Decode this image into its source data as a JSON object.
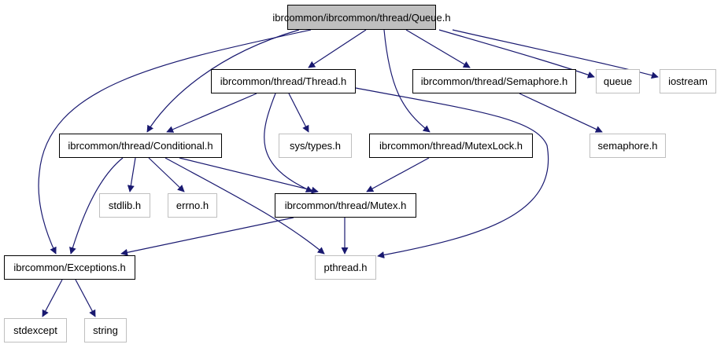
{
  "colors": {
    "edge": "#191970",
    "root_fill": "#bfbfbf",
    "external_border": "#bfbfbf",
    "documented_border": "#000000"
  },
  "nodes": {
    "queue_h": {
      "label": "ibrcommon/ibrcommon/thread/Queue.h",
      "kind": "root"
    },
    "thread_h": {
      "label": "ibrcommon/thread/Thread.h",
      "kind": "doc"
    },
    "semaphore_h": {
      "label": "ibrcommon/thread/Semaphore.h",
      "kind": "doc"
    },
    "queue": {
      "label": "queue",
      "kind": "ext"
    },
    "iostream": {
      "label": "iostream",
      "kind": "ext"
    },
    "conditional_h": {
      "label": "ibrcommon/thread/Conditional.h",
      "kind": "doc"
    },
    "systypes_h": {
      "label": "sys/types.h",
      "kind": "ext"
    },
    "mutexlock_h": {
      "label": "ibrcommon/thread/MutexLock.h",
      "kind": "doc"
    },
    "sys_semaphore_h": {
      "label": "semaphore.h",
      "kind": "ext"
    },
    "stdlib_h": {
      "label": "stdlib.h",
      "kind": "ext"
    },
    "errno_h": {
      "label": "errno.h",
      "kind": "ext"
    },
    "mutex_h": {
      "label": "ibrcommon/thread/Mutex.h",
      "kind": "doc"
    },
    "exceptions_h": {
      "label": "ibrcommon/Exceptions.h",
      "kind": "doc"
    },
    "pthread_h": {
      "label": "pthread.h",
      "kind": "ext"
    },
    "stdexcept": {
      "label": "stdexcept",
      "kind": "ext"
    },
    "string": {
      "label": "string",
      "kind": "ext"
    }
  },
  "edges": [
    [
      "queue_h",
      "thread_h"
    ],
    [
      "queue_h",
      "semaphore_h"
    ],
    [
      "queue_h",
      "queue"
    ],
    [
      "queue_h",
      "iostream"
    ],
    [
      "queue_h",
      "conditional_h"
    ],
    [
      "queue_h",
      "mutexlock_h"
    ],
    [
      "queue_h",
      "exceptions_h"
    ],
    [
      "thread_h",
      "conditional_h"
    ],
    [
      "thread_h",
      "systypes_h"
    ],
    [
      "thread_h",
      "mutex_h"
    ],
    [
      "thread_h",
      "pthread_h"
    ],
    [
      "semaphore_h",
      "sys_semaphore_h"
    ],
    [
      "conditional_h",
      "stdlib_h"
    ],
    [
      "conditional_h",
      "errno_h"
    ],
    [
      "conditional_h",
      "mutex_h"
    ],
    [
      "conditional_h",
      "exceptions_h"
    ],
    [
      "conditional_h",
      "pthread_h"
    ],
    [
      "mutexlock_h",
      "mutex_h"
    ],
    [
      "mutex_h",
      "exceptions_h"
    ],
    [
      "mutex_h",
      "pthread_h"
    ],
    [
      "exceptions_h",
      "stdexcept"
    ],
    [
      "exceptions_h",
      "string"
    ]
  ]
}
